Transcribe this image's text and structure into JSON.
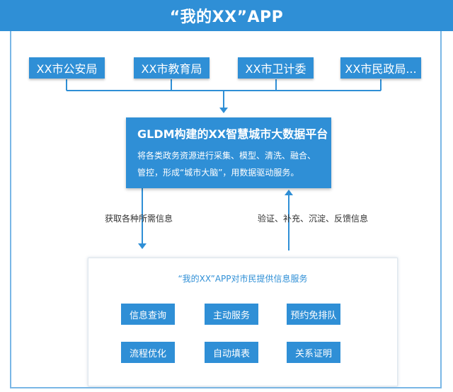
{
  "header": {
    "title": "“我的XX”APP"
  },
  "departments": [
    {
      "label": "XX市公安局"
    },
    {
      "label": "XX市教育局"
    },
    {
      "label": "XX市卫计委"
    },
    {
      "label": "XX市民政局..."
    }
  ],
  "platform": {
    "title": "GLDM构建的XX智慧城市大数据平台",
    "line1": "将各类政务资源进行采集、模型、清洗、融合、",
    "line2": "管控，形成“城市大脑”，用数据驱动服务。"
  },
  "edges": {
    "down_label": "获取各种所需信息",
    "up_label": "验证、补充、沉淀、反馈信息"
  },
  "services": {
    "title": "“我的XX”APP对市民提供信息服务",
    "items": [
      {
        "label": "信息查询"
      },
      {
        "label": "主动服务"
      },
      {
        "label": "预约免排队"
      },
      {
        "label": "流程优化"
      },
      {
        "label": "自动填表"
      },
      {
        "label": "关系证明"
      }
    ]
  },
  "colors": {
    "primary": "#2f8fd6",
    "frame": "#7ab7e6",
    "connector": "#2f8fd6"
  }
}
